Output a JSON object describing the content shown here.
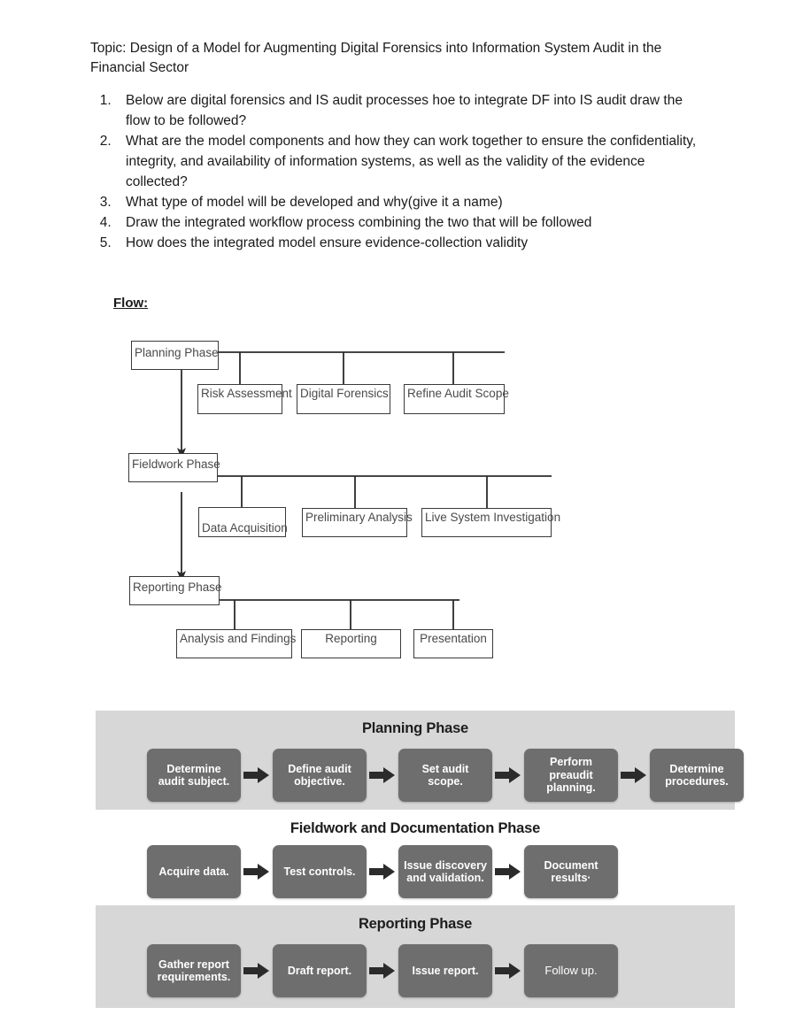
{
  "document": {
    "topic": "Topic: Design of a Model for Augmenting Digital Forensics into Information System Audit in the Financial Sector",
    "questions": [
      "Below are digital forensics and IS audit processes hoe to integrate DF into IS audit draw the flow to be followed?",
      "What are the model components and how they can work together to ensure the confidentiality, integrity, and availability of information systems, as well as the validity of the evidence collected?",
      "What type of model will be developed and why(give it a name)",
      "Draw the integrated workflow process combining the two that will be followed",
      "How does the integrated model ensure evidence-collection validity"
    ],
    "flow_label": "Flow:"
  },
  "tree_diagram": {
    "phases": [
      {
        "name": "Planning Phase",
        "children": [
          "Risk Assessment",
          "Digital Forensics",
          "Refine Audit Scope"
        ]
      },
      {
        "name": "Fieldwork Phase",
        "children": [
          "Data Acquisition",
          "Preliminary Analysis",
          "Live System Investigation"
        ]
      },
      {
        "name": "Reporting Phase",
        "children": [
          "Analysis and Findings",
          "Reporting",
          "Presentation"
        ]
      }
    ]
  },
  "phase_figure": {
    "colors": {
      "band_shaded": "#d7d7d7",
      "band_plain": "#ffffff",
      "box_fill": "#6e6e6e",
      "box_text": "#ffffff",
      "arrow": "#2b2b2b"
    },
    "bands": [
      {
        "title": "Planning Phase",
        "shaded": true,
        "steps": [
          "Determine audit subject.",
          "Define audit objective.",
          "Set audit scope.",
          "Perform preaudit planning.",
          "Determine procedures."
        ]
      },
      {
        "title": "Fieldwork and Documentation Phase",
        "shaded": false,
        "steps": [
          "Acquire data.",
          "Test controls.",
          "Issue discovery and validation.",
          "Document results·"
        ]
      },
      {
        "title": "Reporting Phase",
        "shaded": true,
        "steps": [
          "Gather report requirements.",
          "Draft report.",
          "Issue report.",
          "Follow up."
        ]
      }
    ]
  }
}
